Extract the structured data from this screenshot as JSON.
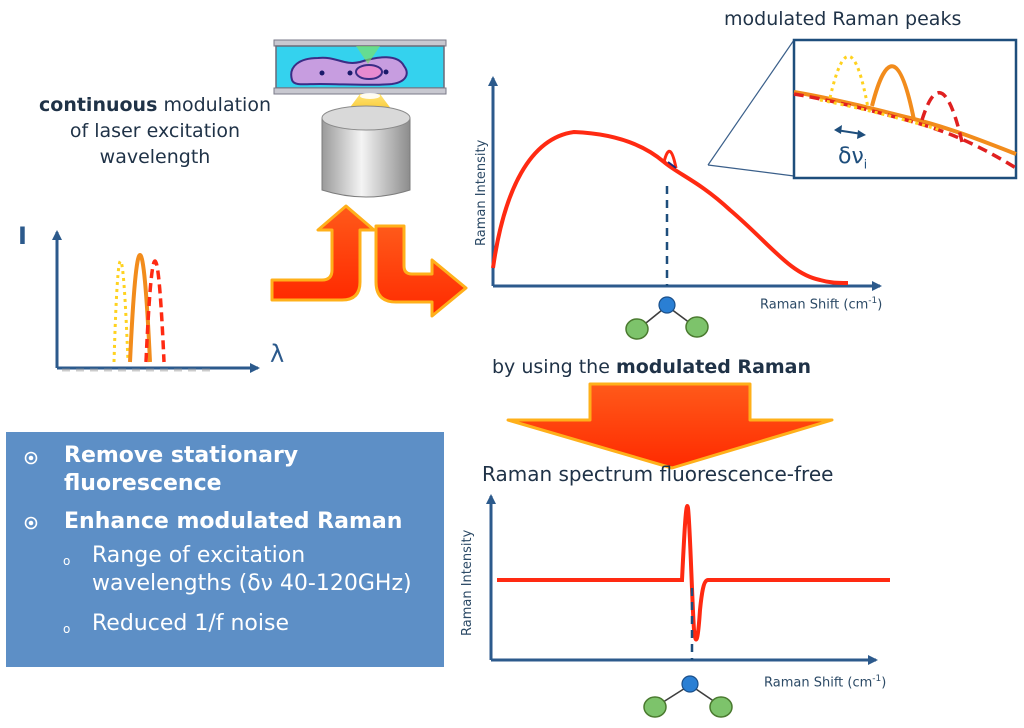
{
  "modulation_caption": {
    "bold": "continuous",
    "rest_line1": "modulation",
    "line2": "of laser excitation",
    "line3": "wavelength"
  },
  "excitation_plot": {
    "y_label": "I",
    "x_label": "λ"
  },
  "raman_plot": {
    "y_label": "Raman Intensity",
    "x_label": "Raman Shift (cm",
    "x_label_sup": "-1",
    "x_label_end": ")"
  },
  "inset": {
    "title": "modulated Raman peaks",
    "delta_label": "δν",
    "delta_sub": "i"
  },
  "method_caption": {
    "prefix": "by using the",
    "bold": "modulated Raman"
  },
  "result_title": "Raman spectrum fluorescence-free",
  "result_plot": {
    "y_label": "Raman Intensity",
    "x_label": "Raman Shift (cm",
    "x_label_sup": "-1",
    "x_label_end": ")"
  },
  "info_box": {
    "bullets": [
      "Remove stationary fluorescence",
      "Enhance modulated Raman"
    ],
    "bullet1_line1": "Remove stationary",
    "bullet1_line2": "fluorescence",
    "bullet2": "Enhance modulated Raman",
    "sub1_line1": "Range of excitation",
    "sub1_line2": "wavelengths (δν 40-120GHz)",
    "sub2": "Reduced 1/f noise",
    "sub_marker": "o"
  },
  "colors": {
    "axis": "#2c5a8c",
    "red_curve": "#ff2a12",
    "orange_curve": "#f28c1c",
    "yellow_curve": "#ffd21f",
    "dark_red": "#e02020",
    "info_box": "#5d8fc6",
    "molecule_center": "#2a7fd4",
    "molecule_side": "#7dc36b"
  }
}
